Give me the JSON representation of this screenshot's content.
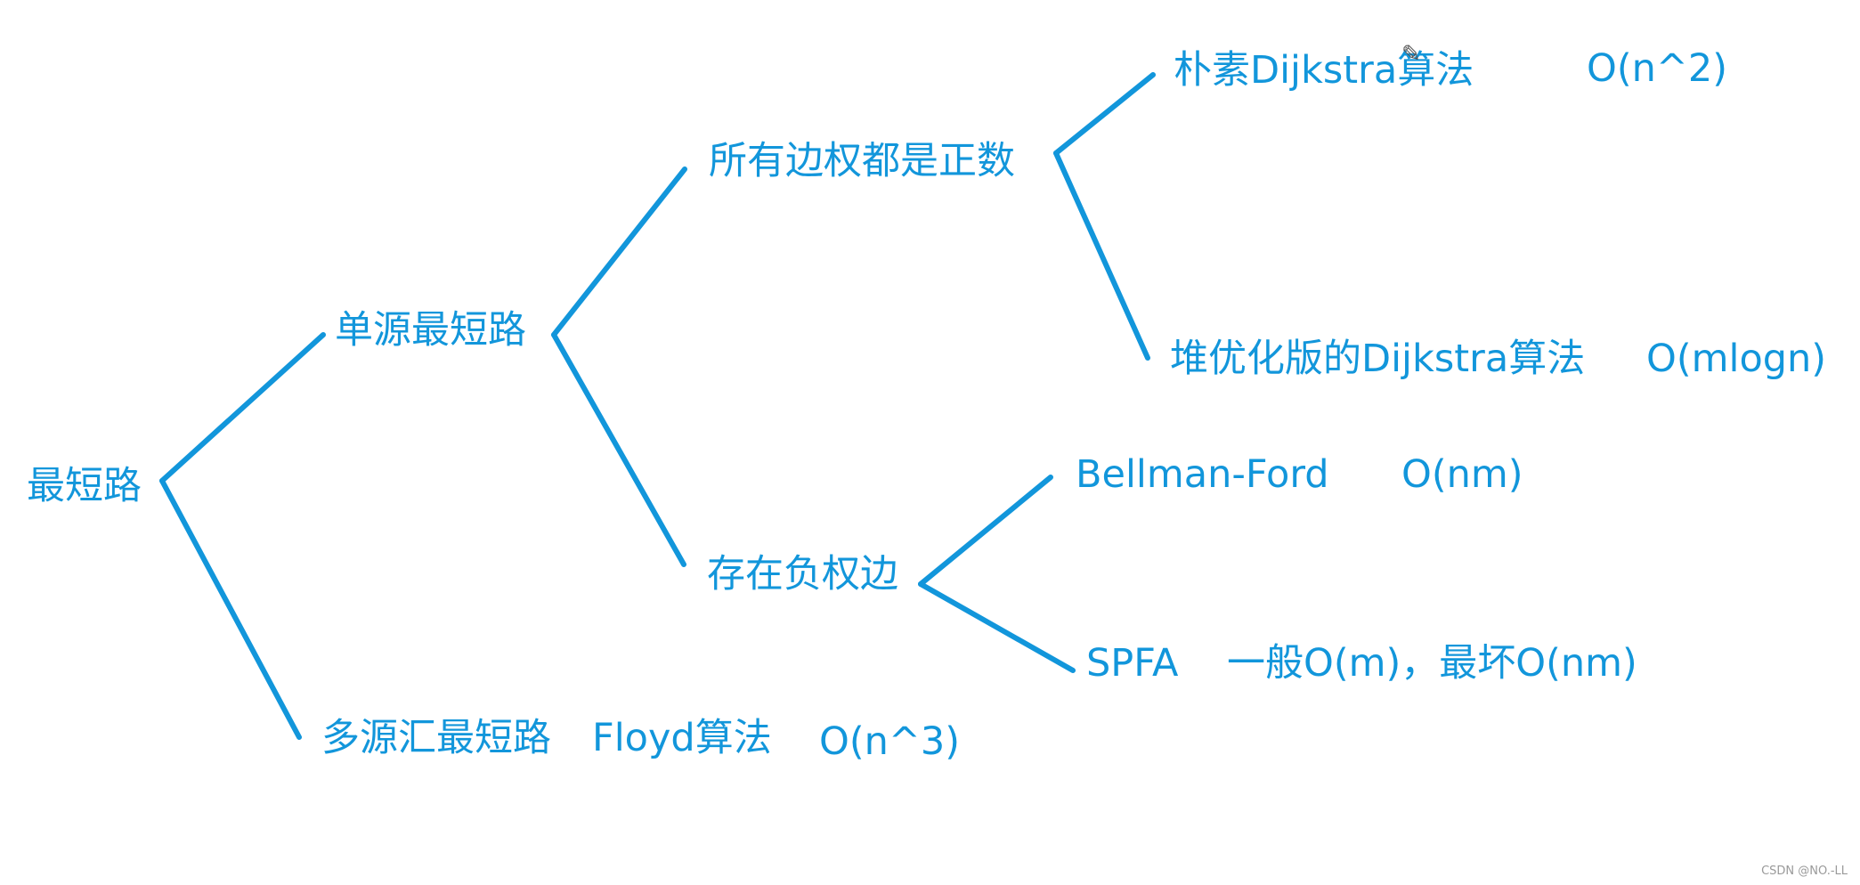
{
  "diagram": {
    "nodes": {
      "root": "最短路",
      "single_source": "单源最短路",
      "all_positive": "所有边权都是正数",
      "naive_dijkstra": "朴素Dijkstra算法",
      "naive_dijkstra_complexity": "O(n^2)",
      "heap_dijkstra": "堆优化版的Dijkstra算法",
      "heap_dijkstra_complexity": "O(mlogn)",
      "negative_edges": "存在负权边",
      "bellman_ford": "Bellman-Ford",
      "bellman_ford_complexity": "O(nm)",
      "spfa": "SPFA",
      "spfa_complexity": "一般O(m)，最坏O(nm)",
      "multi_source": "多源汇最短路",
      "floyd": "Floyd算法",
      "floyd_complexity": "O(n^3)"
    },
    "edges": [
      [
        "root",
        "single_source"
      ],
      [
        "root",
        "multi_source"
      ],
      [
        "single_source",
        "all_positive"
      ],
      [
        "single_source",
        "negative_edges"
      ],
      [
        "all_positive",
        "naive_dijkstra"
      ],
      [
        "all_positive",
        "heap_dijkstra"
      ],
      [
        "negative_edges",
        "bellman_ford"
      ],
      [
        "negative_edges",
        "spfa"
      ]
    ],
    "line_color": "#1296db",
    "text_color": "#1296db",
    "pencil_icon": "pencil-icon"
  },
  "watermark": "CSDN @NO.-LL"
}
